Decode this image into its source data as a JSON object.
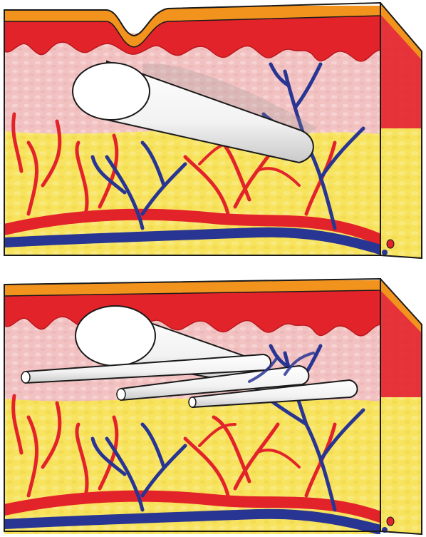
{
  "figure": {
    "panels": [
      {
        "id": "top",
        "implants": 1
      },
      {
        "id": "bottom",
        "implants": 4
      }
    ]
  },
  "colors": {
    "epidermis": "#f2931e",
    "dermis_vessel": "#e3232a",
    "dermis_dark": "#b8181e",
    "dermis_tissue": "#f2c2c2",
    "fat": "#f7e35e",
    "vein": "#283593",
    "artery": "#e3232a",
    "implant": "#ffffff",
    "outline": "#1a1a1a"
  }
}
